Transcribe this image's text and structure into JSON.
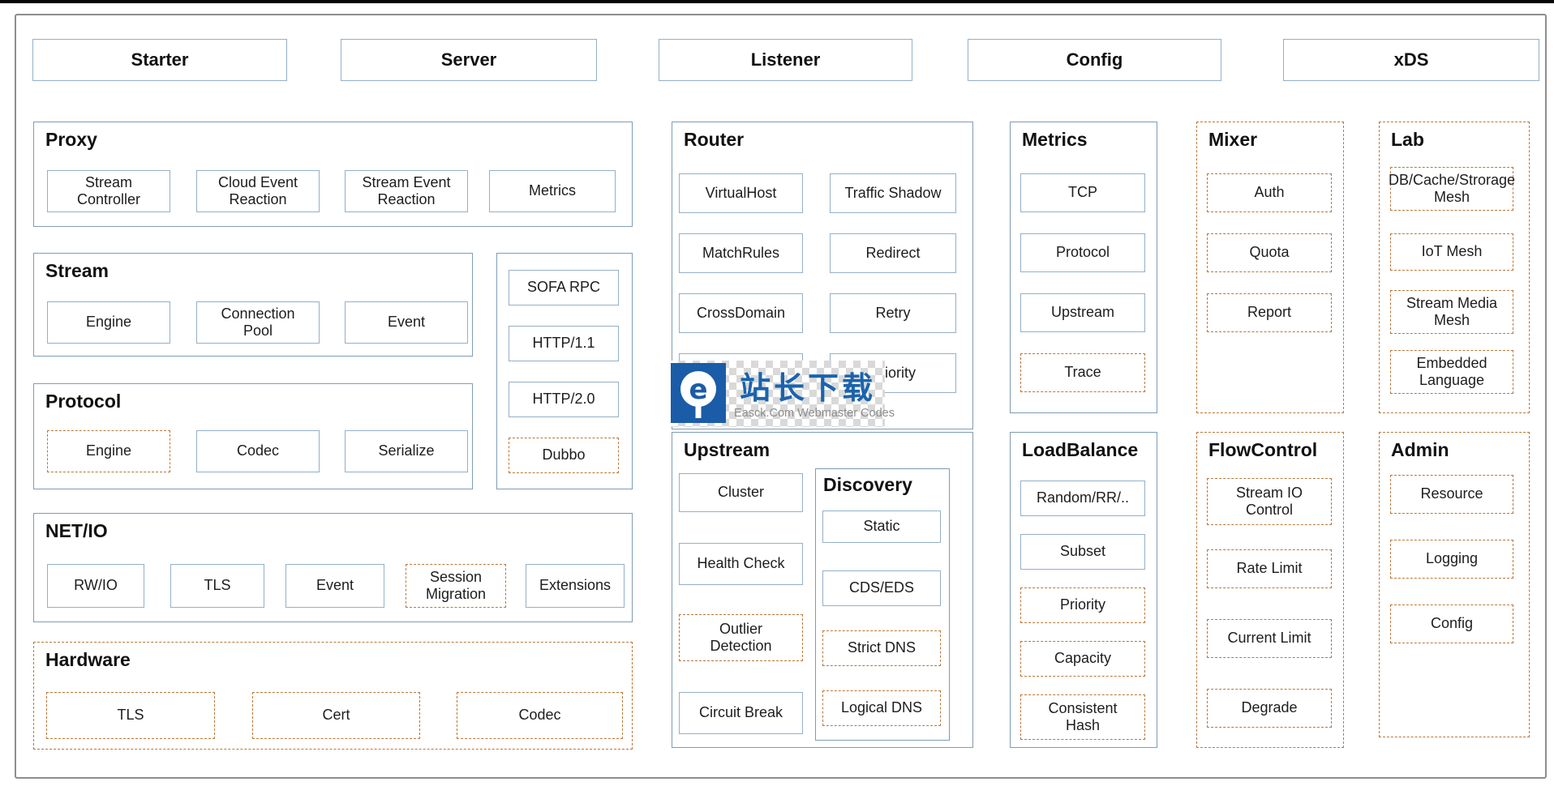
{
  "colors": {
    "solid_border": "#7f9cb4",
    "item_border": "#94b0c6",
    "dashed_border": "#b9783b",
    "text": "#1d1d1d",
    "watermark_blue": "#1b63ad",
    "watermark_gray": "#8d8d8d"
  },
  "header": {
    "items": [
      {
        "label": "Starter"
      },
      {
        "label": "Server"
      },
      {
        "label": "Listener"
      },
      {
        "label": "Config"
      },
      {
        "label": "xDS"
      }
    ]
  },
  "left": {
    "proxy": {
      "title": "Proxy",
      "items": [
        {
          "label": "Stream Controller",
          "border": "solid"
        },
        {
          "label": "Cloud Event Reaction",
          "border": "solid"
        },
        {
          "label": "Stream Event Reaction",
          "border": "solid"
        },
        {
          "label": "Metrics",
          "border": "solid"
        }
      ]
    },
    "stream": {
      "title": "Stream",
      "items": [
        {
          "label": "Engine",
          "border": "solid"
        },
        {
          "label": "Connection Pool",
          "border": "solid"
        },
        {
          "label": "Event",
          "border": "solid"
        }
      ]
    },
    "protocol_stack": {
      "items": [
        {
          "label": "SOFA RPC",
          "border": "solid"
        },
        {
          "label": "HTTP/1.1",
          "border": "solid"
        },
        {
          "label": "HTTP/2.0",
          "border": "solid"
        },
        {
          "label": "Dubbo",
          "border": "dashed"
        }
      ]
    },
    "protocol": {
      "title": "Protocol",
      "items": [
        {
          "label": "Engine",
          "border": "dashed"
        },
        {
          "label": "Codec",
          "border": "solid"
        },
        {
          "label": "Serialize",
          "border": "solid"
        }
      ]
    },
    "netio": {
      "title": "NET/IO",
      "items": [
        {
          "label": "RW/IO",
          "border": "solid"
        },
        {
          "label": "TLS",
          "border": "solid"
        },
        {
          "label": "Event",
          "border": "solid"
        },
        {
          "label": "Session Migration",
          "border": "dashed"
        },
        {
          "label": "Extensions",
          "border": "solid"
        }
      ]
    },
    "hardware": {
      "title": "Hardware",
      "items": [
        {
          "label": "TLS",
          "border": "dashed"
        },
        {
          "label": "Cert",
          "border": "dashed"
        },
        {
          "label": "Codec",
          "border": "dashed"
        }
      ]
    }
  },
  "middle": {
    "router": {
      "title": "Router",
      "items": [
        {
          "label": "VirtualHost",
          "border": "solid"
        },
        {
          "label": "Traffic Shadow",
          "border": "solid"
        },
        {
          "label": "MatchRules",
          "border": "solid"
        },
        {
          "label": "Redirect",
          "border": "solid"
        },
        {
          "label": "CrossDomain",
          "border": "solid"
        },
        {
          "label": "Retry",
          "border": "solid"
        },
        {
          "label": "",
          "border": "solid"
        },
        {
          "label": "Priority",
          "border": "solid"
        }
      ]
    },
    "upstream": {
      "title": "Upstream",
      "items": [
        {
          "label": "Cluster",
          "border": "solid"
        },
        {
          "label": "Health Check",
          "border": "solid"
        },
        {
          "label": "Outlier Detection",
          "border": "dashed"
        },
        {
          "label": "Circuit Break",
          "border": "solid"
        }
      ],
      "discovery": {
        "title": "Discovery",
        "items": [
          {
            "label": "Static",
            "border": "solid"
          },
          {
            "label": "CDS/EDS",
            "border": "solid"
          },
          {
            "label": "Strict DNS",
            "border": "dashed"
          },
          {
            "label": "Logical DNS",
            "border": "dashed"
          }
        ]
      }
    }
  },
  "col_metrics": {
    "metrics": {
      "title": "Metrics",
      "items": [
        {
          "label": "TCP",
          "border": "solid"
        },
        {
          "label": "Protocol",
          "border": "solid"
        },
        {
          "label": "Upstream",
          "border": "solid"
        },
        {
          "label": "Trace",
          "border": "dashed"
        }
      ]
    },
    "loadbalance": {
      "title": "LoadBalance",
      "items": [
        {
          "label": "Random/RR/..",
          "border": "solid"
        },
        {
          "label": "Subset",
          "border": "solid"
        },
        {
          "label": "Priority",
          "border": "dashed"
        },
        {
          "label": "Capacity",
          "border": "dashed"
        },
        {
          "label": "Consistent Hash",
          "border": "dashed"
        }
      ]
    }
  },
  "col_mixer": {
    "mixer": {
      "title": "Mixer",
      "items": [
        {
          "label": "Auth",
          "border": "dashed"
        },
        {
          "label": "Quota",
          "border": "dashed"
        },
        {
          "label": "Report",
          "border": "dashed"
        }
      ]
    },
    "flowcontrol": {
      "title": "FlowControl",
      "items": [
        {
          "label": "Stream IO Control",
          "border": "dashed"
        },
        {
          "label": "Rate Limit",
          "border": "dashed"
        },
        {
          "label": "Current Limit",
          "border": "dashed"
        },
        {
          "label": "Degrade",
          "border": "dashed"
        }
      ]
    }
  },
  "col_lab": {
    "lab": {
      "title": "Lab",
      "items": [
        {
          "label": "DB/Cache/Strorage Mesh",
          "border": "dashed"
        },
        {
          "label": "IoT Mesh",
          "border": "dashed"
        },
        {
          "label": "Stream Media Mesh",
          "border": "dashed"
        },
        {
          "label": "Embedded Language",
          "border": "dashed"
        }
      ]
    },
    "admin": {
      "title": "Admin",
      "items": [
        {
          "label": "Resource",
          "border": "dashed"
        },
        {
          "label": "Logging",
          "border": "dashed"
        },
        {
          "label": "Config",
          "border": "dashed"
        }
      ]
    }
  },
  "watermark": {
    "text": "站长下载",
    "subtext": "Easck.Com Webmaster Codes",
    "logo_glyph": "e"
  }
}
